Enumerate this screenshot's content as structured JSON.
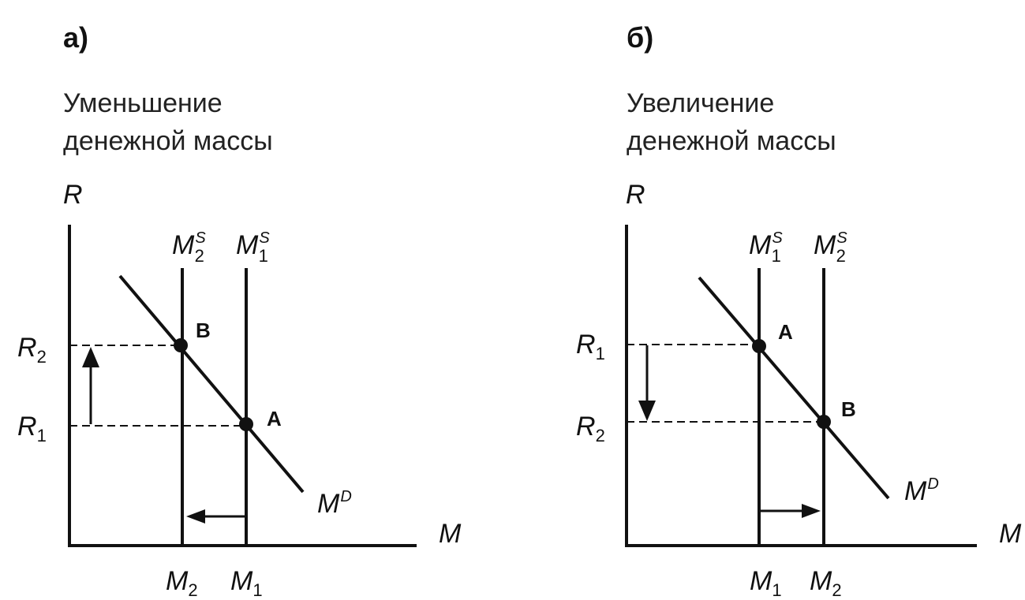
{
  "panels": [
    {
      "letter": "а)",
      "title_line1": "Уменьшение",
      "title_line2": "денежной массы",
      "y_axis": "R",
      "x_axis": "M",
      "supply_labels": [
        {
          "base": "M",
          "sup": "S",
          "sub": "2"
        },
        {
          "base": "M",
          "sup": "S",
          "sub": "1"
        }
      ],
      "x_ticks": [
        {
          "base": "M",
          "sub": "2"
        },
        {
          "base": "M",
          "sub": "1"
        }
      ],
      "y_ticks": [
        {
          "base": "R",
          "sub": "2"
        },
        {
          "base": "R",
          "sub": "1"
        }
      ],
      "points": [
        "B",
        "A"
      ],
      "demand": {
        "base": "M",
        "sup": "D"
      }
    },
    {
      "letter": "б)",
      "title_line1": "Увеличение",
      "title_line2": "денежной массы",
      "y_axis": "R",
      "x_axis": "M",
      "supply_labels": [
        {
          "base": "M",
          "sup": "S",
          "sub": "1"
        },
        {
          "base": "M",
          "sup": "S",
          "sub": "2"
        }
      ],
      "x_ticks": [
        {
          "base": "M",
          "sub": "1"
        },
        {
          "base": "M",
          "sub": "2"
        }
      ],
      "y_ticks": [
        {
          "base": "R",
          "sub": "1"
        },
        {
          "base": "R",
          "sub": "2"
        }
      ],
      "points": [
        "A",
        "B"
      ],
      "demand": {
        "base": "M",
        "sup": "D"
      }
    }
  ]
}
